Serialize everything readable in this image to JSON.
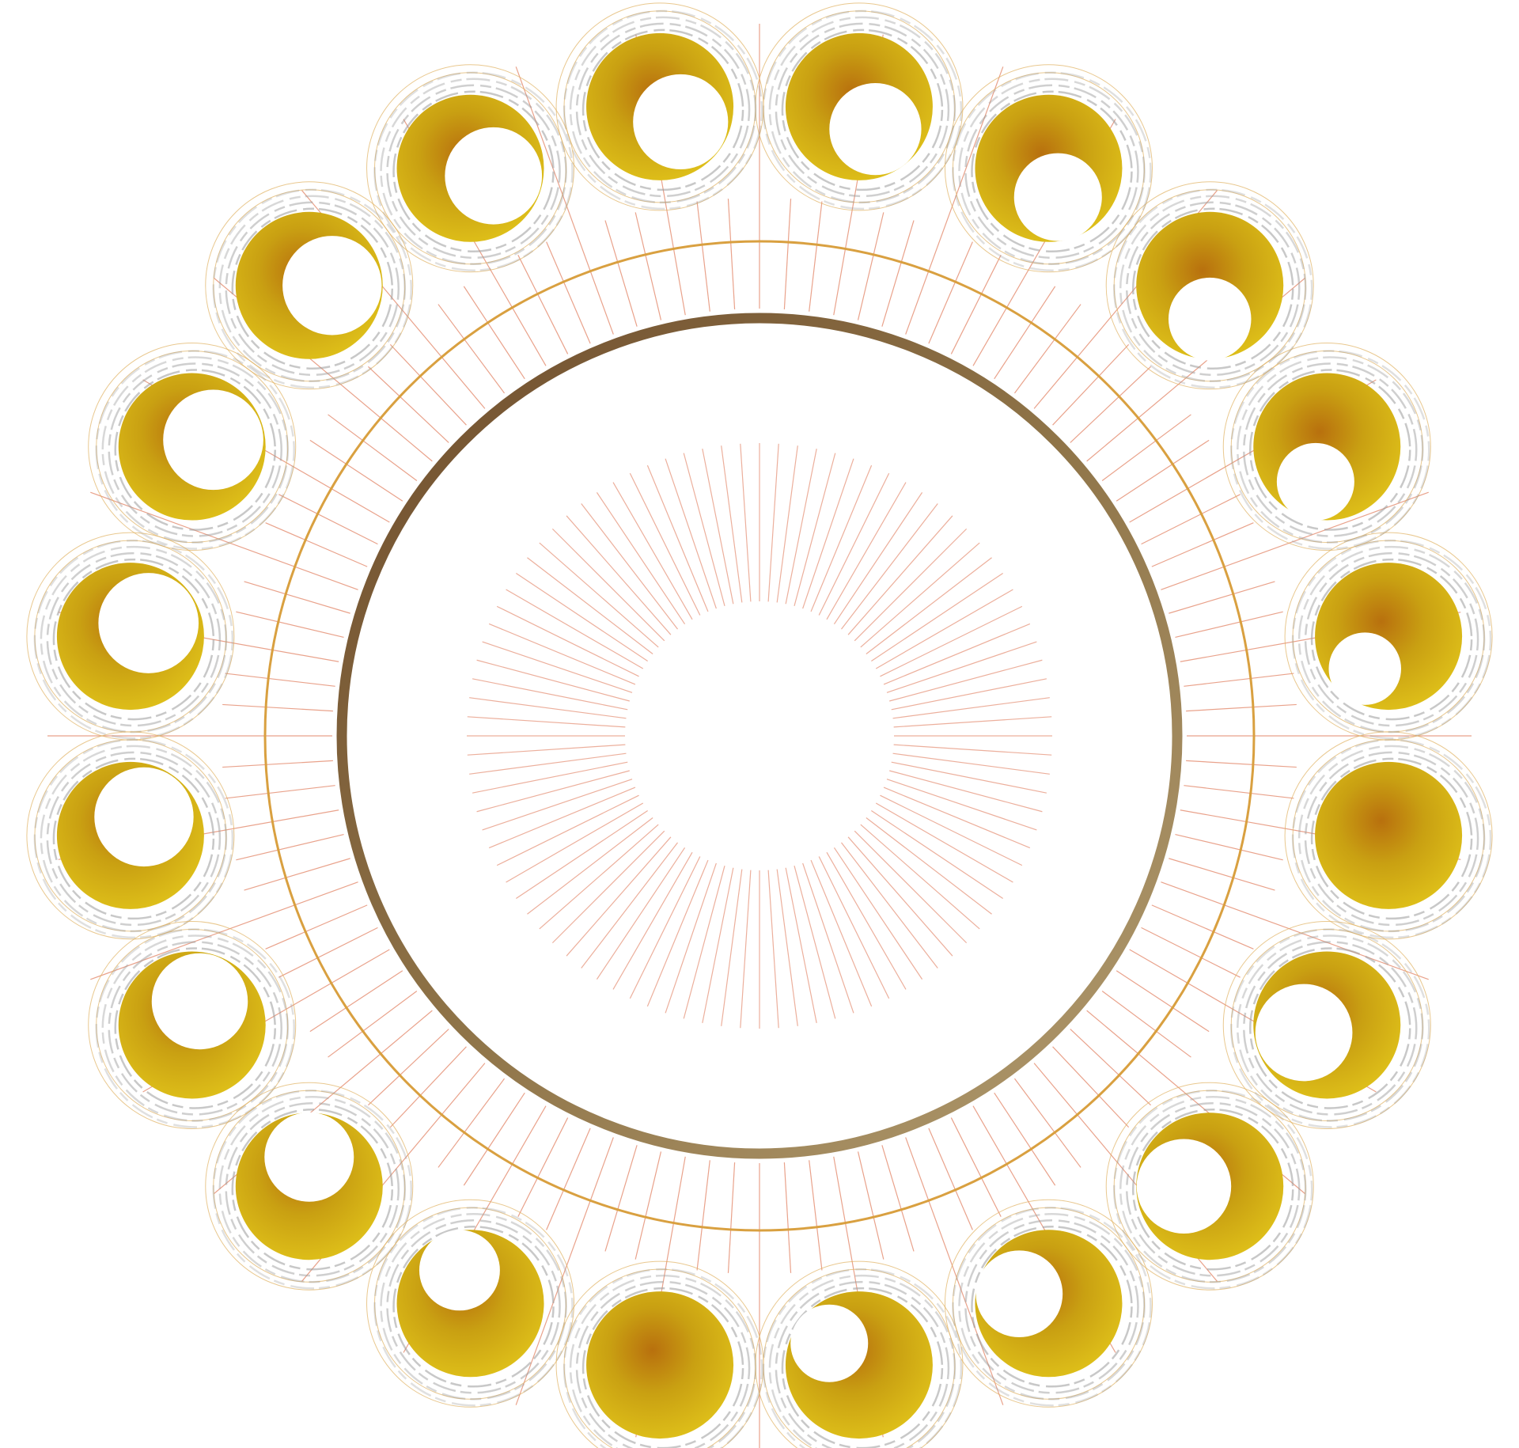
{
  "wheel": {
    "moon_count": 20,
    "outer_rays": 108,
    "inner_rays": 96,
    "moons": [
      {
        "phase": "full-moon",
        "illuminated_fraction": 1.0
      },
      {
        "phase": "waning-gibbous",
        "illuminated_fraction": 0.88
      },
      {
        "phase": "waning-gibbous",
        "illuminated_fraction": 0.78
      },
      {
        "phase": "last-quarter",
        "illuminated_fraction": 0.68
      },
      {
        "phase": "waning-crescent",
        "illuminated_fraction": 0.58
      },
      {
        "phase": "waning-crescent",
        "illuminated_fraction": 0.5
      },
      {
        "phase": "waning-crescent",
        "illuminated_fraction": 0.44
      },
      {
        "phase": "waning-crescent",
        "illuminated_fraction": 0.4
      },
      {
        "phase": "waning-crescent",
        "illuminated_fraction": 0.36
      },
      {
        "phase": "waning-crescent",
        "illuminated_fraction": 0.34
      },
      {
        "phase": "waning-crescent",
        "illuminated_fraction": 0.34
      },
      {
        "phase": "waning-crescent",
        "illuminated_fraction": 0.36
      },
      {
        "phase": "waning-crescent",
        "illuminated_fraction": 0.42
      },
      {
        "phase": "waxing-crescent",
        "illuminated_fraction": 0.55
      },
      {
        "phase": "waxing-gibbous",
        "illuminated_fraction": 0.72
      },
      {
        "phase": "full-moon",
        "illuminated_fraction": 1.0
      },
      {
        "phase": "waxing-gibbous",
        "illuminated_fraction": 0.78
      },
      {
        "phase": "waxing-crescent",
        "illuminated_fraction": 0.6
      },
      {
        "phase": "waxing-crescent",
        "illuminated_fraction": 0.45
      },
      {
        "phase": "waxing-crescent",
        "illuminated_fraction": 0.4
      }
    ]
  },
  "colors": {
    "gold_light": "#e0c21a",
    "gold_mid": "#c9a012",
    "gold_dark": "#b07a10",
    "ring_outer": "#d9a040",
    "ring_inner_dark": "#7a5a35",
    "ring_inner_light": "#a89068",
    "ray_color": "#e07a5a",
    "halo_gray": "#9a9a9a",
    "halo_gold": "#e0b060"
  }
}
